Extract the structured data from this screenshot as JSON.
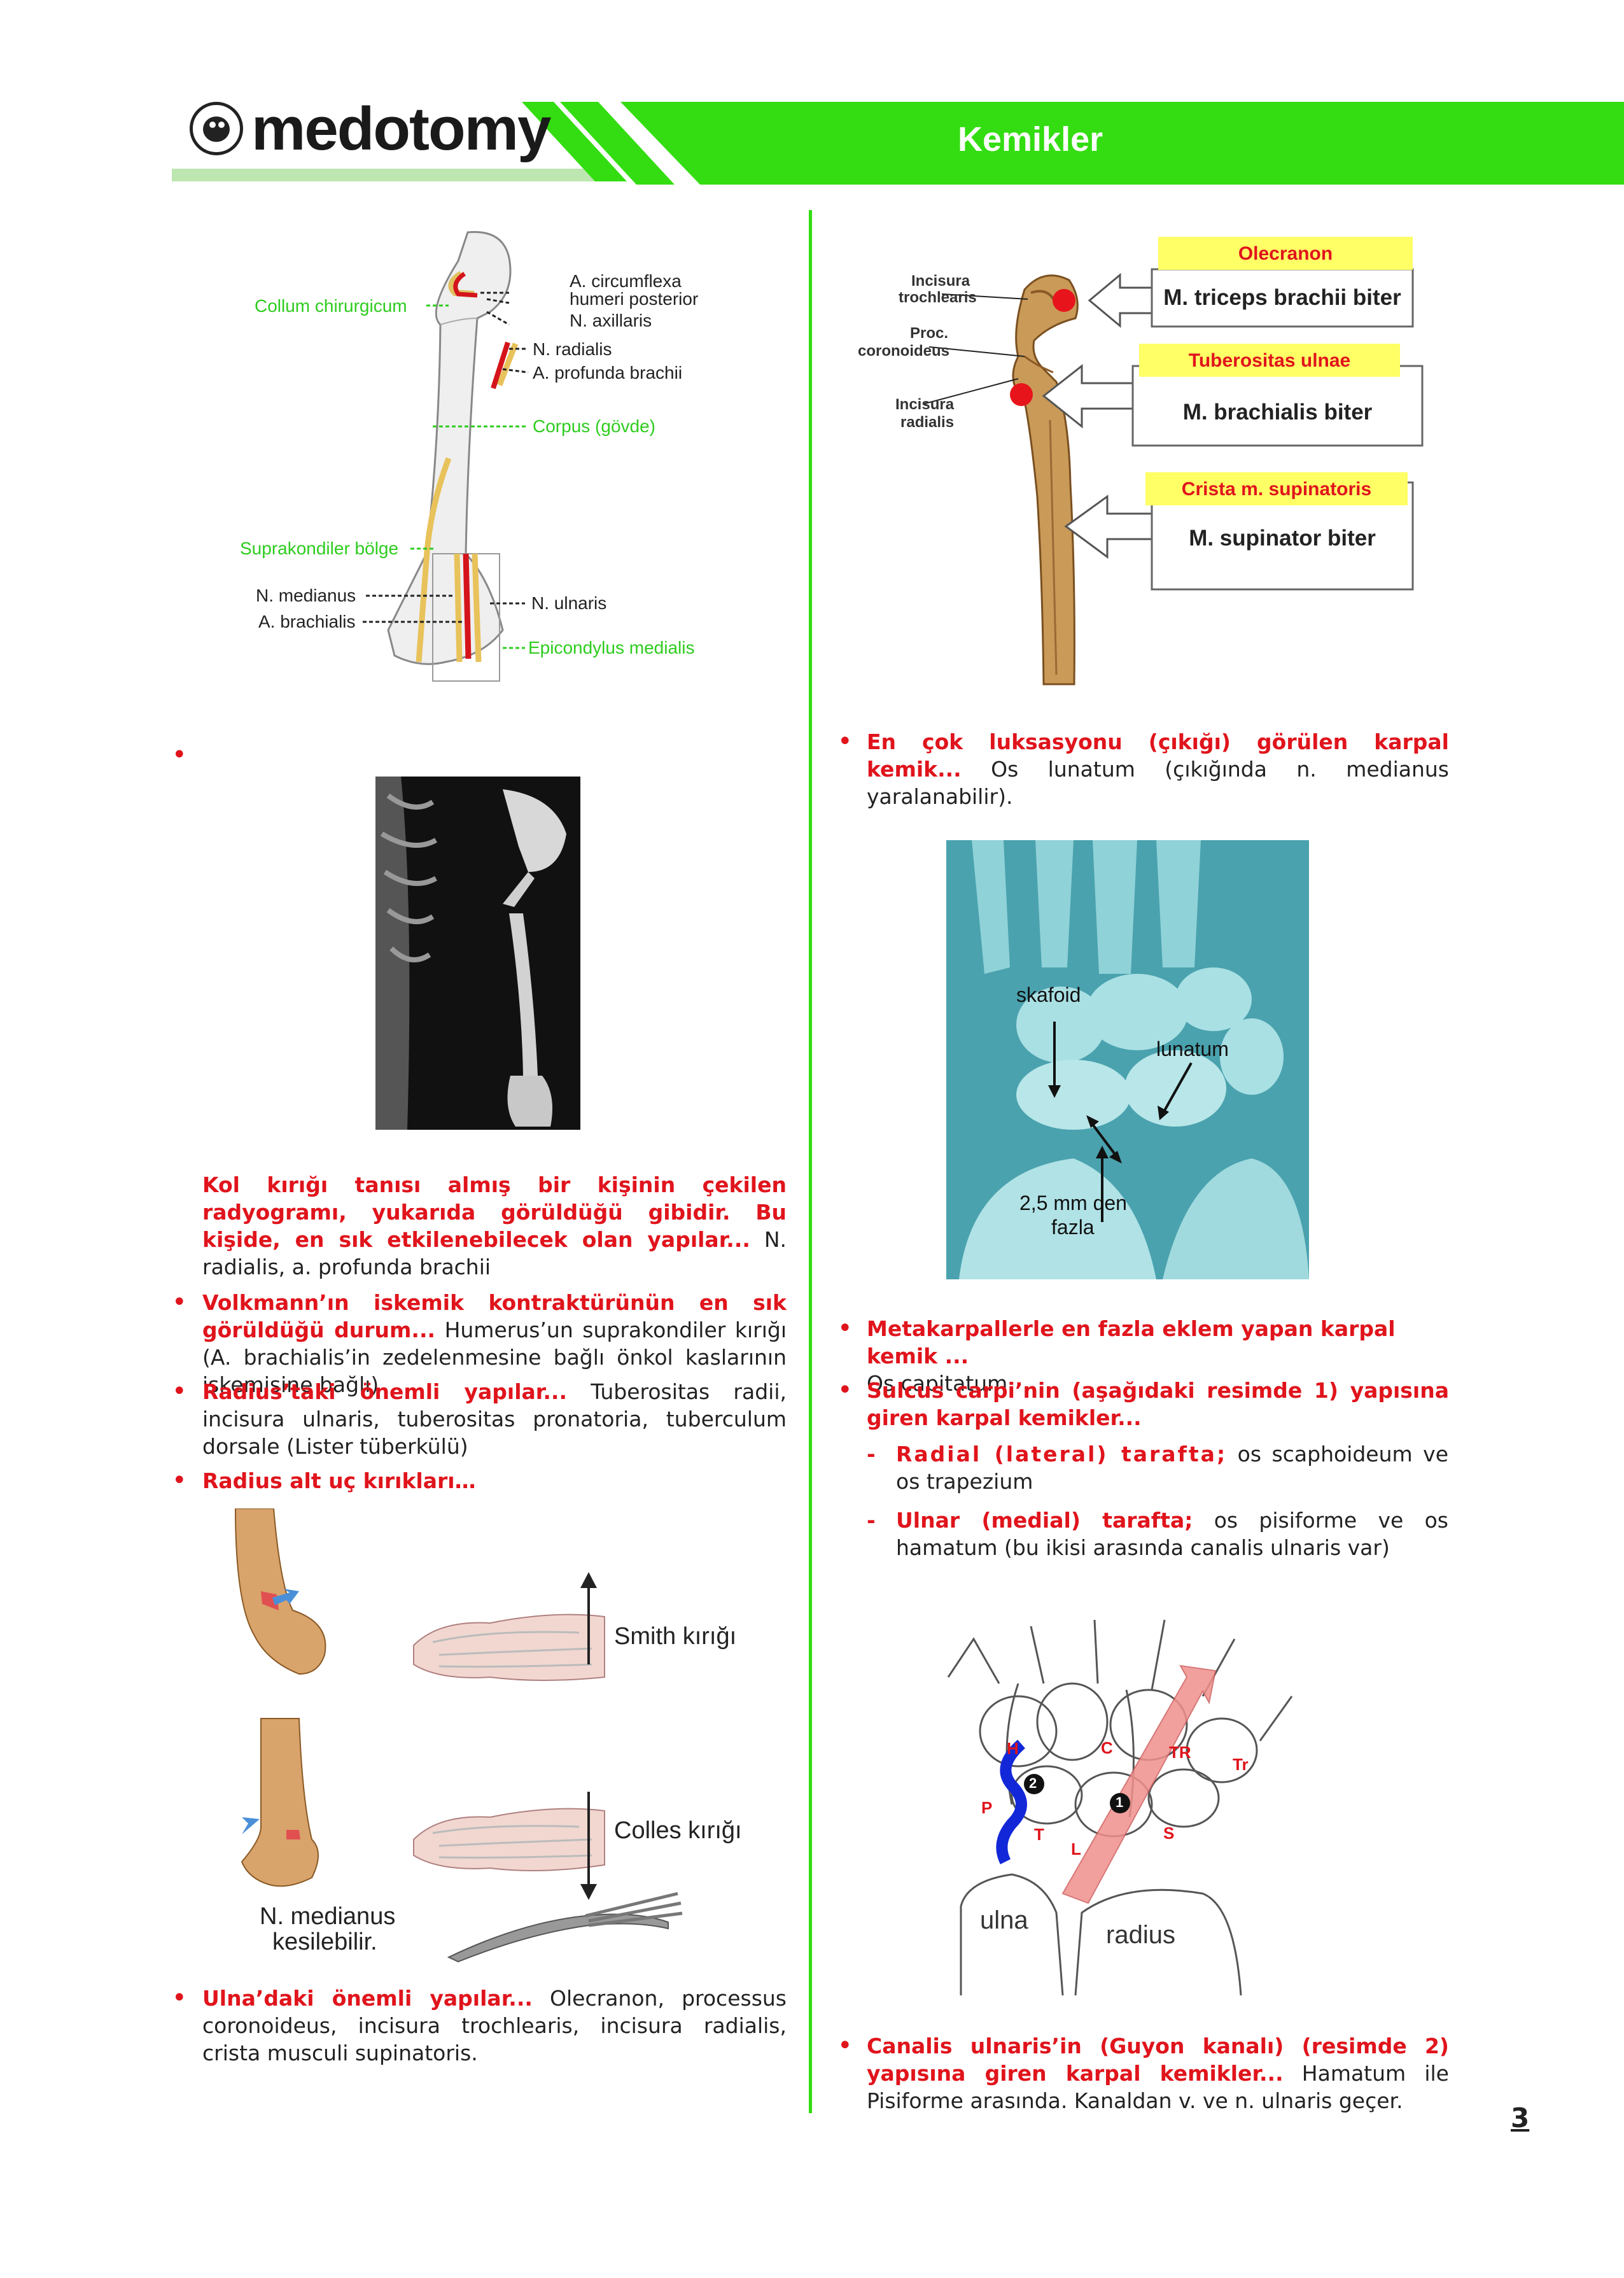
{
  "header": {
    "brand": "medotomy",
    "section_title": "Kemikler",
    "accent_color": "#33dd11"
  },
  "humerus": {
    "labels": {
      "a_circumflexa_1": "A. circumflexa",
      "a_circumflexa_2": "humeri posterior",
      "n_axillaris": "N. axillaris",
      "collum": "Collum chirurgicum",
      "n_radialis": "N. radialis",
      "a_profunda": "A. profunda brachii",
      "corpus": "Corpus (gövde)",
      "suprakondiler": "Suprakondiler bölge",
      "n_medianus": "N. medianus",
      "a_brachialis": "A. brachialis",
      "n_ulnaris": "N. ulnaris",
      "epicondylus": "Epicondylus medialis"
    }
  },
  "ulna_figure": {
    "labels": {
      "incisura_trochlearis_1": "Incisura",
      "incisura_trochlearis_2": "trochlearis",
      "proc_coronoideus_1": "Proc.",
      "proc_coronoideus_2": "coronoideus",
      "incisura_radialis_1": "Incisura",
      "incisura_radialis_2": "radialis"
    },
    "boxes": [
      {
        "title": "Olecranon",
        "text": "M. triceps brachii biter"
      },
      {
        "title": "Tuberositas ulnae",
        "text": "M. brachialis biter"
      },
      {
        "title": "Crista m. supinatoris",
        "text": "M. supinator biter"
      }
    ]
  },
  "left": {
    "xray_caption": {
      "red": "Kol kırığı tanısı almış bir kişinin çekilen radyogramı, yukarıda görüldüğü gibidir. Bu kişide, en sık etkilenebilecek olan yapılar",
      "dots": "...",
      "text": " N. radialis, a. profunda brachii"
    },
    "bullets": [
      {
        "red": "Volkmann’ın iskemik kontraktürünün en sık görüldüğü durum",
        "dots": "...",
        "text": " Humerus’un suprakondiler kırığı (A. brachialis’in zedelenmesine bağlı önkol kaslarının iskemisine bağlı)"
      },
      {
        "red": "Radius’taki önemli yapılar",
        "dots": "...",
        "text": " Tuberositas radii, incisura ulnaris, tuberositas pronatoria, tuberculum dorsale (Lister tüberkülü)"
      },
      {
        "red": "Radius alt uç kırıkları…",
        "dots": "",
        "text": ""
      }
    ],
    "fracture_labels": {
      "smith": "Smith kırığı",
      "colles": "Colles kırığı",
      "medianus_1": "N. medianus",
      "medianus_2": "kesilebilir."
    },
    "ulna_bullet": {
      "red": "Ulna’daki önemli yapılar",
      "dots": "...",
      "text": " Olecranon, processus coronoideus, incisura trochlearis, incisura radialis, crista musculi supinatoris."
    }
  },
  "right": {
    "luxation": {
      "red": "En çok luksasyonu (çıkığı) görülen karpal kemik",
      "dots": "...",
      "text": " Os lunatum (çıkığında n. medianus yaralanabilir)."
    },
    "wrist_xray_labels": {
      "skafoid": "skafoid",
      "lunatum": "lunatum",
      "mm_1": "2,5 mm den",
      "mm_2": "fazla"
    },
    "metakarpal": {
      "red": "Metakarpallerle en fazla eklem yapan karpal kemik",
      "dots": " ...",
      "text": " Os capitatum"
    },
    "sulcus": {
      "red": "Sulcus carpi’nin (aşağıdaki resimde 1) yapısına giren karpal kemikler",
      "dots": "..."
    },
    "sub_items": [
      {
        "red": "Radial (lateral) tarafta;",
        "text": " os scaphoideum ve os trapezium"
      },
      {
        "red": "Ulnar (medial) tarafta;",
        "text": " os pisiforme ve os hamatum (bu ikisi arasında canalis ulnaris var)"
      }
    ],
    "carpal_labels": {
      "H": "H",
      "C": "C",
      "TR": "TR",
      "Tr": "Tr",
      "P": "P",
      "T": "T",
      "L": "L",
      "S": "S",
      "n1": "1",
      "n2": "2",
      "ulna": "ulna",
      "radius": "radius"
    },
    "canalis": {
      "red": "Canalis ulnaris’in (Guyon kanalı) (resimde 2) yapısına giren karpal kemikler",
      "dots": "...",
      "text": " Hamatum ile Pisiforme arasında. Kanaldan v. ve n. ulnaris geçer."
    }
  },
  "page_number": "3"
}
